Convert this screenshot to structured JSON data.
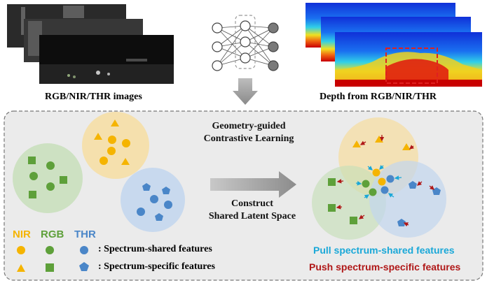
{
  "top": {
    "left_caption": "RGB/NIR/THR images",
    "right_caption": "Depth from RGB/NIR/THR"
  },
  "panel": {
    "method_line1": "Geometry-guided",
    "method_line2": "Contrastive Learning",
    "arrow_line1": "Construct",
    "arrow_line2": "Shared Latent Space"
  },
  "legend": {
    "nir": "NIR",
    "rgb": "RGB",
    "thr": "THR",
    "shared": ": Spectrum-shared features",
    "specific": ": Spectrum-specific features"
  },
  "result": {
    "pull": "Pull spectrum-shared features",
    "push": "Push spectrum-specific features"
  },
  "colors": {
    "nir": "#f5b400",
    "rgb": "#5ea03a",
    "thr": "#4a86c8",
    "pull": "#1aa8d8",
    "push": "#b01818"
  },
  "icons": [
    "triangle",
    "circle",
    "square",
    "pentagon",
    "neural-network-icon",
    "down-arrow-icon",
    "right-arrow-icon"
  ]
}
